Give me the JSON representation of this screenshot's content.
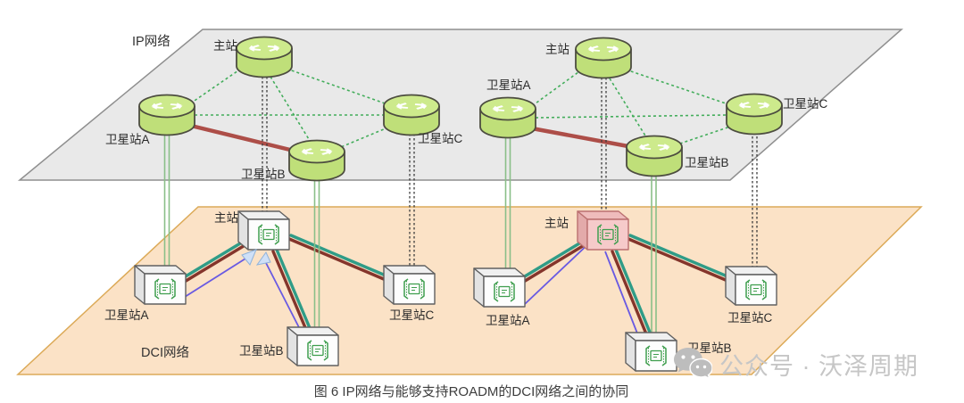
{
  "caption": "图 6 IP网络与能够支持ROADM的DCI网络之间的协同",
  "watermark": {
    "icon": "wechat-icon",
    "text": "公众号 · 沃泽周期"
  },
  "ip_network": {
    "label": "IP网络",
    "clusters": [
      {
        "main": "主站",
        "satA": "卫星站A",
        "satB": "卫星站B",
        "satC": "卫星站C"
      },
      {
        "main": "主站",
        "satA": "卫星站A",
        "satB": "卫星站B",
        "satC": "卫星站C"
      }
    ]
  },
  "dci_network": {
    "label": "DCI网络",
    "clusters": [
      {
        "main": "主站",
        "satA": "卫星站A",
        "satB": "卫星站B",
        "satC": "卫星站C"
      },
      {
        "main": "主站",
        "satA": "卫星站A",
        "satB": "卫星站B",
        "satC": "卫星站C"
      }
    ]
  },
  "icons": {
    "ip_node": "router-icon",
    "dci_node": "dci-device-icon",
    "watermark": "wechat-icon"
  },
  "colors": {
    "ip_plane": "#e9e9e9",
    "dci_plane": "#fbe2c6",
    "router_green": "#c8e683",
    "mesh_link_green": "#43ad5b",
    "ip_link_red": "#ad4e48",
    "dci_link_teal": "#2f9c87",
    "dci_link_dark_red": "#84352b",
    "dci_link_purple": "#695ae2",
    "arrowhead_blue": "#cfe0f7",
    "highlighted_main_node_pink": "#f6caca",
    "interlayer_green": "#8abf88",
    "interlayer_dotted": "#3c3c3c"
  }
}
